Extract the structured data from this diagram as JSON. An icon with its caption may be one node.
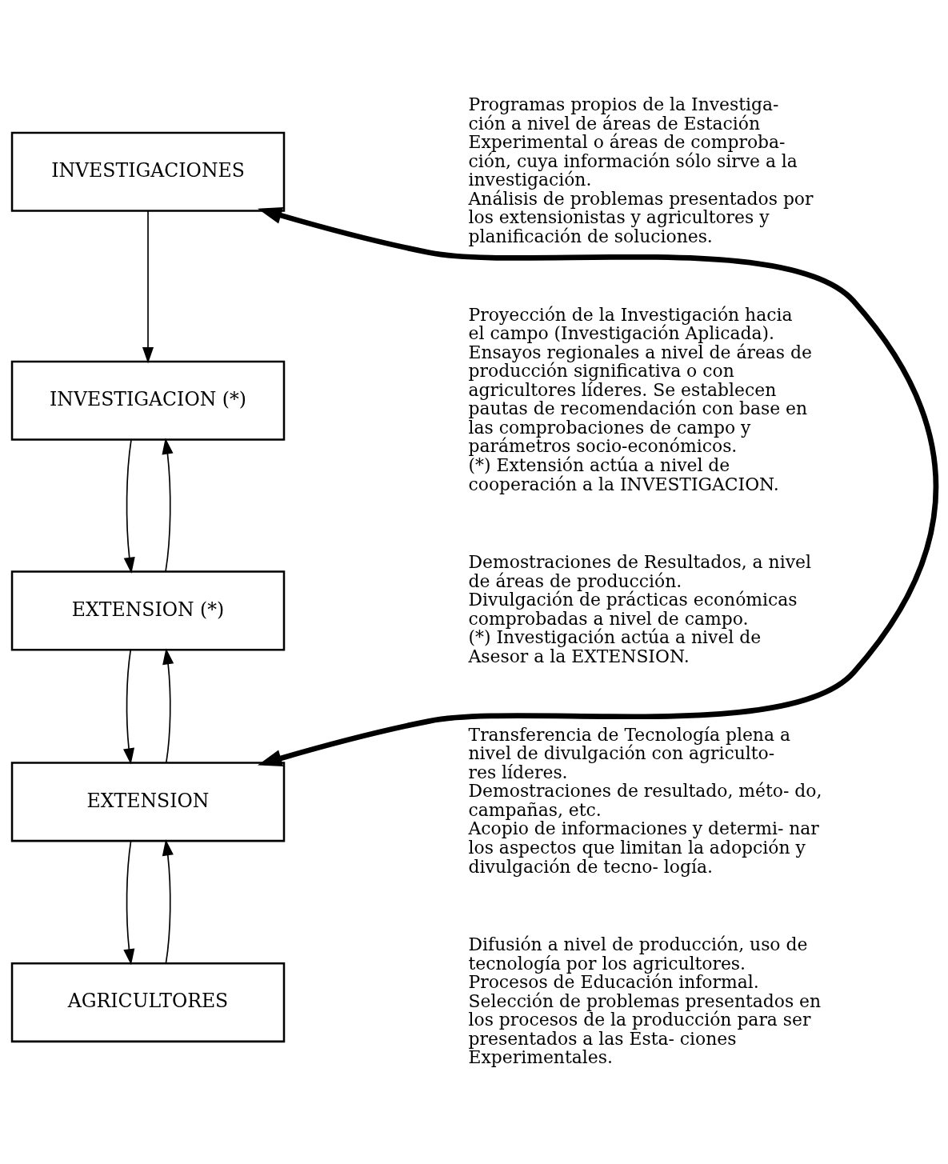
{
  "diagram": {
    "nodes": [
      {
        "text": [
          "INVESTIGACIONES"
        ],
        "beside": [
          "Programas propios de la Investiga- ción a nivel de áreas de Estación Experimental o áreas de comproba- ción, cuya información sólo sirve a la investigación.",
          "Análisis de problemas presentados por los extensionistas y agricultores y planificación de soluciones."
        ]
      },
      {
        "text": [
          "INVESTIGACION (*)"
        ],
        "beside": [
          "Proyección de la Investigación hacia el campo (Investigación Aplicada).",
          "Ensayos regionales a nivel de áreas de producción significativa o con agricultores líderes. Se establecen pautas de recomendación con base en las comprobaciones de campo y parámetros socio-económicos.",
          "(*) Extensión actúa a nivel de cooperación a la INVESTIGACION."
        ]
      },
      {
        "text": [
          "EXTENSION (*)"
        ],
        "beside": [
          "Demostraciones de Resultados, a nivel de áreas de producción.",
          "Divulgación de prácticas económicas comprobadas a nivel de campo.",
          "(*) Investigación actúa a nivel de Asesor a la EXTENSION."
        ]
      },
      {
        "text": [
          "EXTENSION"
        ],
        "beside": [
          "Transferencia de Tecnología plena a nivel de divulgación con agriculto- res líderes.",
          "Demostraciones de resultado, méto- do, campañas, etc.",
          "Acopio de informaciones y determi- nar los aspectos que limitan la adopción y divulgación de tecno- logía."
        ]
      },
      {
        "text": [
          "AGRICULTORES"
        ],
        "beside": [
          "Difusión a nivel de producción, uso de tecnología por los agricultores.",
          "Procesos de Educación informal.",
          "Selección de problemas presentados en los procesos de la producción para ser presentados a las Esta- ciones Experimentales."
        ]
      }
    ],
    "edges": [
      {
        "from": 0,
        "to": 1,
        "arrow": "to"
      },
      {
        "from": 1,
        "to": 2,
        "arrow": "to"
      },
      {
        "from": 2,
        "to": 1,
        "arrow": "to"
      },
      {
        "from": 2,
        "to": 3,
        "arrow": "to"
      },
      {
        "from": 3,
        "to": 2,
        "arrow": "to"
      },
      {
        "from": 3,
        "to": 4,
        "arrow": "to"
      },
      {
        "from": 4,
        "to": 3,
        "arrow": "to"
      },
      {
        "from": 3,
        "to": 0,
        "arrow": "both",
        "style": "thick"
      }
    ]
  }
}
